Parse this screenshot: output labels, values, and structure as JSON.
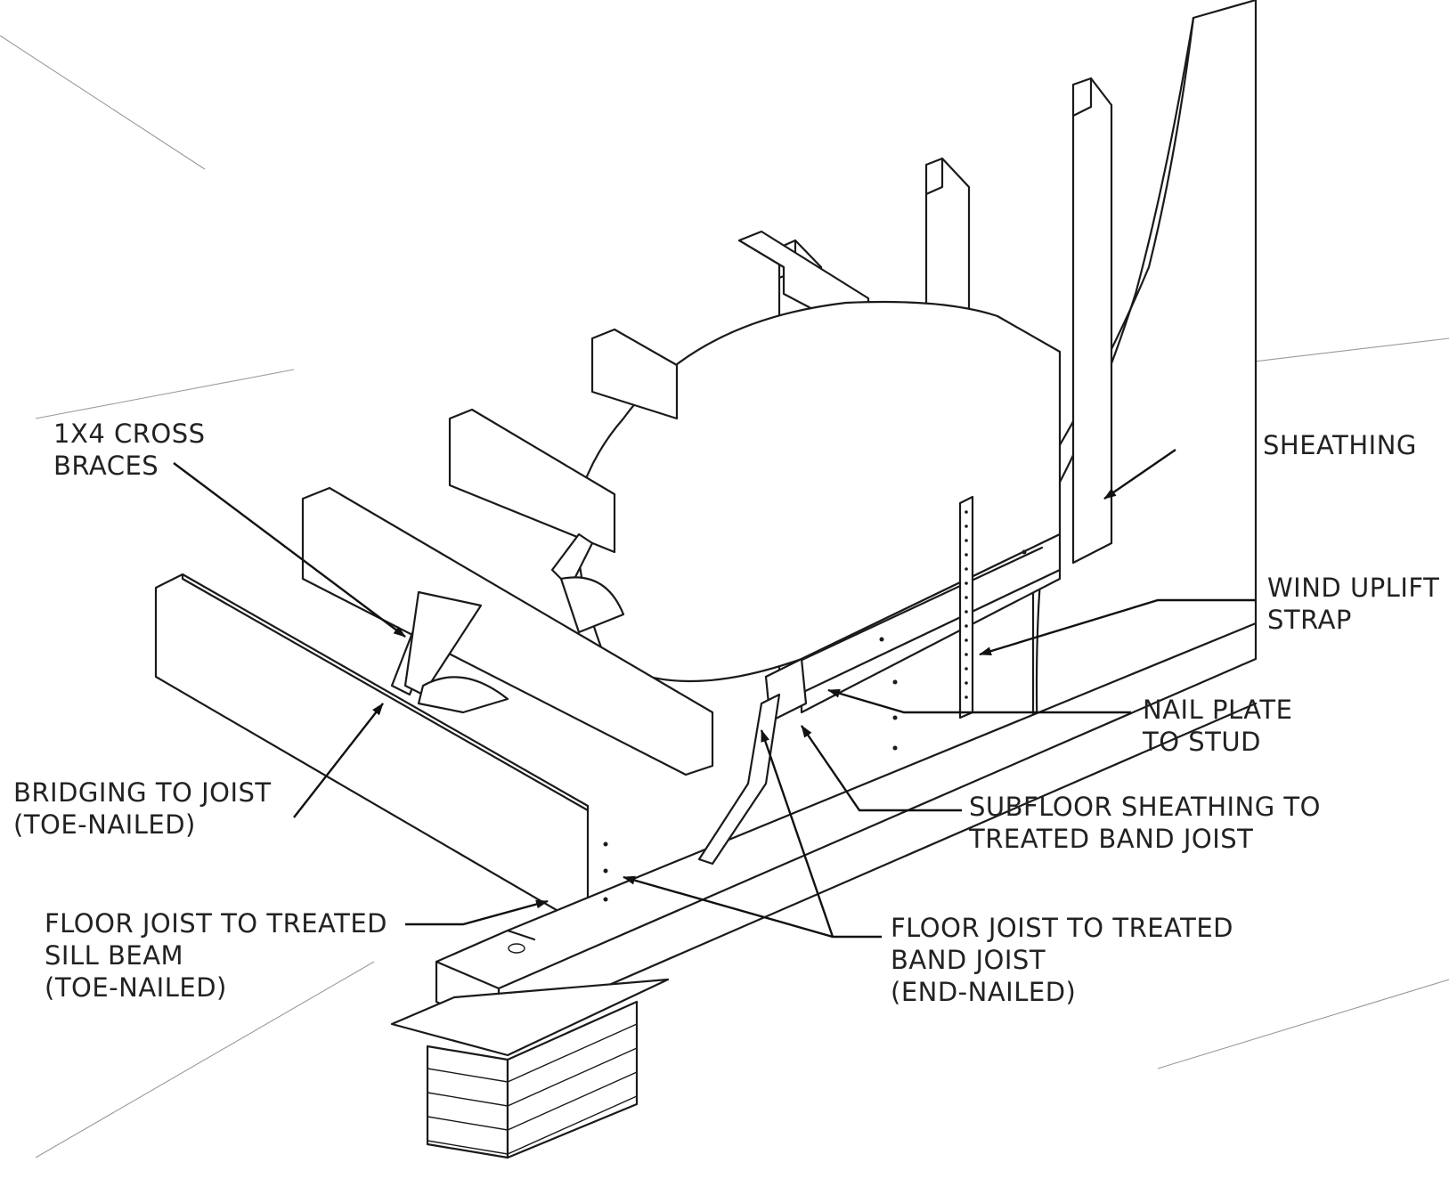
{
  "diagram": {
    "labels": {
      "cross_braces": [
        "1X4 CROSS",
        "BRACES"
      ],
      "sheathing": [
        "SHEATHING"
      ],
      "wind_uplift_strap": [
        "WIND UPLIFT",
        "STRAP"
      ],
      "nail_plate_to_stud": [
        "NAIL PLATE",
        "TO STUD"
      ],
      "subfloor_sheathing": [
        "SUBFLOOR SHEATHING TO",
        "TREATED BAND JOIST"
      ],
      "bridging_to_joist": [
        "BRIDGING TO JOIST",
        "(TOE-NAILED)"
      ],
      "floor_joist_sill": [
        "FLOOR JOIST TO TREATED",
        "SILL BEAM",
        "(TOE-NAILED)"
      ],
      "floor_joist_band": [
        "FLOOR JOIST TO TREATED",
        "BAND JOIST",
        "(END-NAILED)"
      ]
    }
  }
}
